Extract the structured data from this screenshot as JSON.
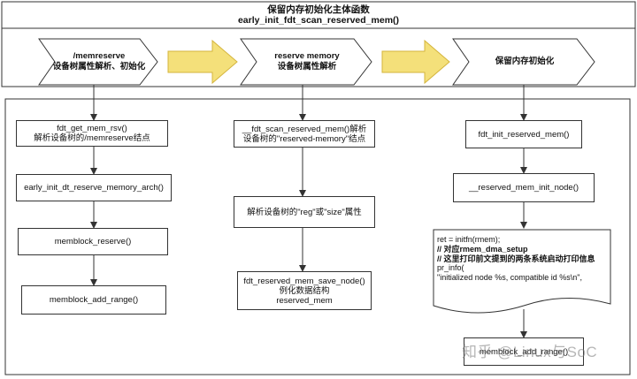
{
  "header": {
    "title_line1": "保留内存初始化主体函数",
    "title_line2": "early_init_fdt_scan_reserved_mem()"
  },
  "stages": [
    {
      "line1": "/memreserve",
      "line2": "设备树属性解析、初始化"
    },
    {
      "line1": "reserve memory",
      "line2": "设备树属性解析"
    },
    {
      "line1": "保留内存初始化",
      "line2": ""
    }
  ],
  "left_column": [
    {
      "line1": "fdt_get_mem_rsv()",
      "line2": "解析设备树的/memreserve结点"
    },
    {
      "line1": "early_init_dt_reserve_memory_arch()",
      "line2": ""
    },
    {
      "line1": "memblock_reserve()",
      "line2": ""
    },
    {
      "line1": "memblock_add_range()",
      "line2": ""
    }
  ],
  "middle_column": [
    {
      "line1": "__fdt_scan_reserved_mem()解析",
      "line2": "设备树的\"reserved-memory\"结点",
      "line3": ""
    },
    {
      "line1": "解析设备树的\"reg\"或\"size\"属性",
      "line2": "",
      "line3": ""
    },
    {
      "line1": "fdt_reserved_mem_save_node()",
      "line2": "例化数据结构",
      "line3": "reserved_mem"
    }
  ],
  "right_column": [
    {
      "line1": "fdt_init_reserved_mem()"
    },
    {
      "line1": "__reserved_mem_init_node()"
    },
    {
      "line1": "memblock_add_range()"
    }
  ],
  "code_block": {
    "lines": [
      "ret = initfn(rmem);",
      "// 对应rmem_dma_setup",
      "// 这里打印前文提到的两条系统启动打印信息",
      "pr_info(",
      "\"initialized node %s, compatible id %s\\n\","
    ]
  },
  "watermark": "知乎 @Linux与SoC",
  "colors": {
    "arrow_fill": "#f4e07a",
    "arrow_stroke": "#d4b43c",
    "line": "#333333"
  }
}
